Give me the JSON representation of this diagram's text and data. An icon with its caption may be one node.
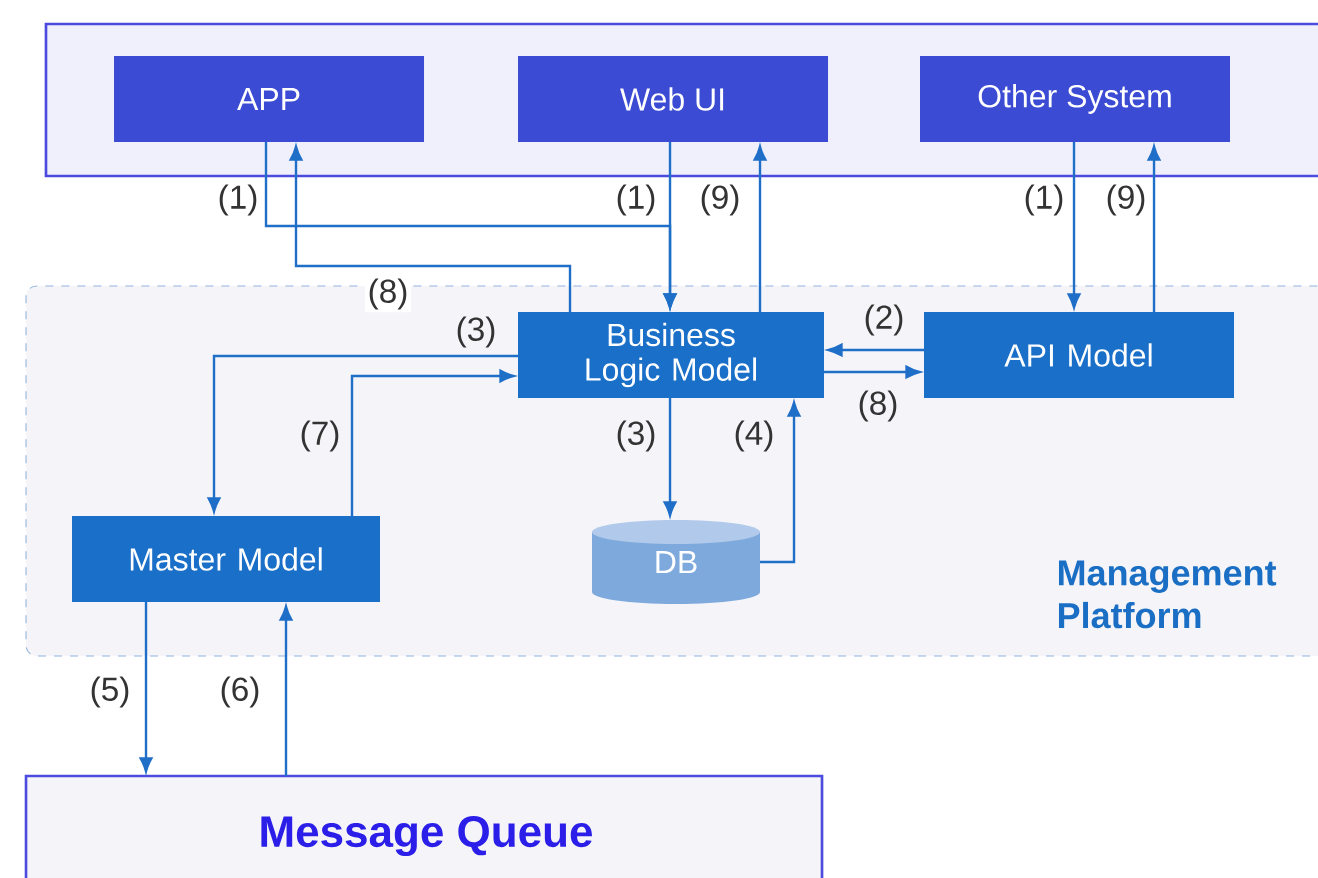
{
  "diagram": {
    "nodes": [
      {
        "text": [],
        "shape": "box"
      },
      {
        "text": [
          "APP"
        ],
        "in": 0
      },
      {
        "text": [
          "Web UI"
        ],
        "in": 0
      },
      {
        "text": [
          "Other System"
        ],
        "in": 0
      },
      {
        "text": [
          "Management Platform"
        ]
      },
      {
        "text": [
          "Business Logic Model"
        ],
        "in": 4
      },
      {
        "text": [
          "API Model"
        ],
        "in": 4
      },
      {
        "text": [
          "Master Model"
        ],
        "in": 4
      },
      {
        "text": [
          "DB"
        ],
        "in": 4
      },
      {
        "text": [
          "Message Queue"
        ]
      }
    ],
    "edges": [
      {
        "from": 1,
        "to": 5,
        "arrow": "to",
        "label": "(1)"
      },
      {
        "from": 2,
        "to": 5,
        "arrow": "to",
        "label": "(1)"
      },
      {
        "from": 5,
        "to": 1,
        "arrow": "to",
        "label": "(8)"
      },
      {
        "from": 5,
        "to": 2,
        "arrow": "to",
        "label": "(9)"
      },
      {
        "from": 3,
        "to": 6,
        "arrow": "to",
        "label": "(1)"
      },
      {
        "from": 6,
        "to": 3,
        "arrow": "to",
        "label": "(9)"
      },
      {
        "from": 6,
        "to": 5,
        "arrow": "to",
        "label": "(2)"
      },
      {
        "from": 5,
        "to": 6,
        "arrow": "to",
        "label": "(8)"
      },
      {
        "from": 5,
        "to": 7,
        "arrow": "to",
        "label": "(3)"
      },
      {
        "from": 7,
        "to": 5,
        "arrow": "to",
        "label": "(7)"
      },
      {
        "from": 5,
        "to": 8,
        "arrow": "to",
        "label": "(3)"
      },
      {
        "from": 8,
        "to": 5,
        "arrow": "to",
        "label": "(4)"
      },
      {
        "from": 7,
        "to": 9,
        "arrow": "to",
        "label": "(5)"
      },
      {
        "from": 9,
        "to": 7,
        "arrow": "to",
        "label": "(6)"
      }
    ]
  }
}
